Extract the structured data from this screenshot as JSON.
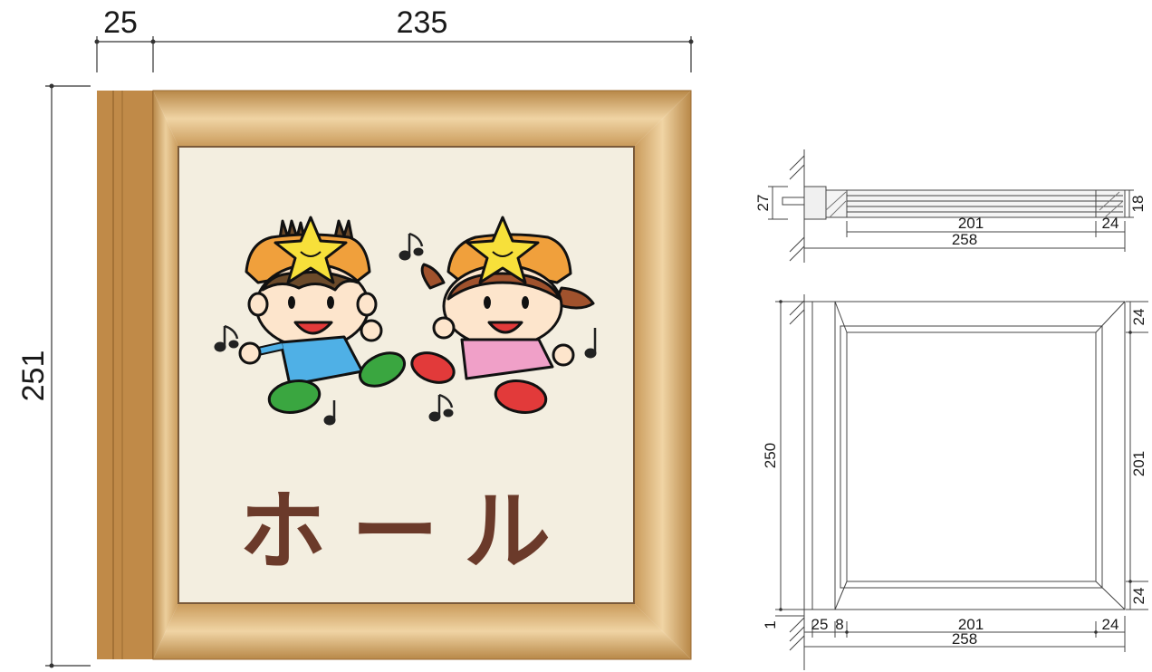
{
  "main_view": {
    "dim_side_width": "25",
    "dim_front_width": "235",
    "dim_height": "251",
    "sign_text": "ホール"
  },
  "side_view": {
    "dim_depth": "27",
    "dim_thickness": "18",
    "dim_inner": "201",
    "dim_frame": "24",
    "dim_total": "258"
  },
  "front_view": {
    "dim_height": "250",
    "dim_inner_height": "201",
    "dim_frame_top": "24",
    "dim_frame_bottom": "24",
    "dim_bottom_offset": "1",
    "dim_left_a": "25",
    "dim_left_b": "8",
    "dim_inner_width": "201",
    "dim_frame_right": "24",
    "dim_total_width": "258"
  },
  "colors": {
    "frame_wood": "#c9995a",
    "frame_dark": "#a87838",
    "panel_bg": "#f3eee0",
    "sign_text": "#6b3a2a",
    "star": "#f7e03a",
    "hat": "#f0a03c",
    "boy_shirt": "#4fb0e6",
    "girl_shirt": "#f0a0c8"
  },
  "icons": [
    "music-note-icon",
    "star-icon"
  ]
}
